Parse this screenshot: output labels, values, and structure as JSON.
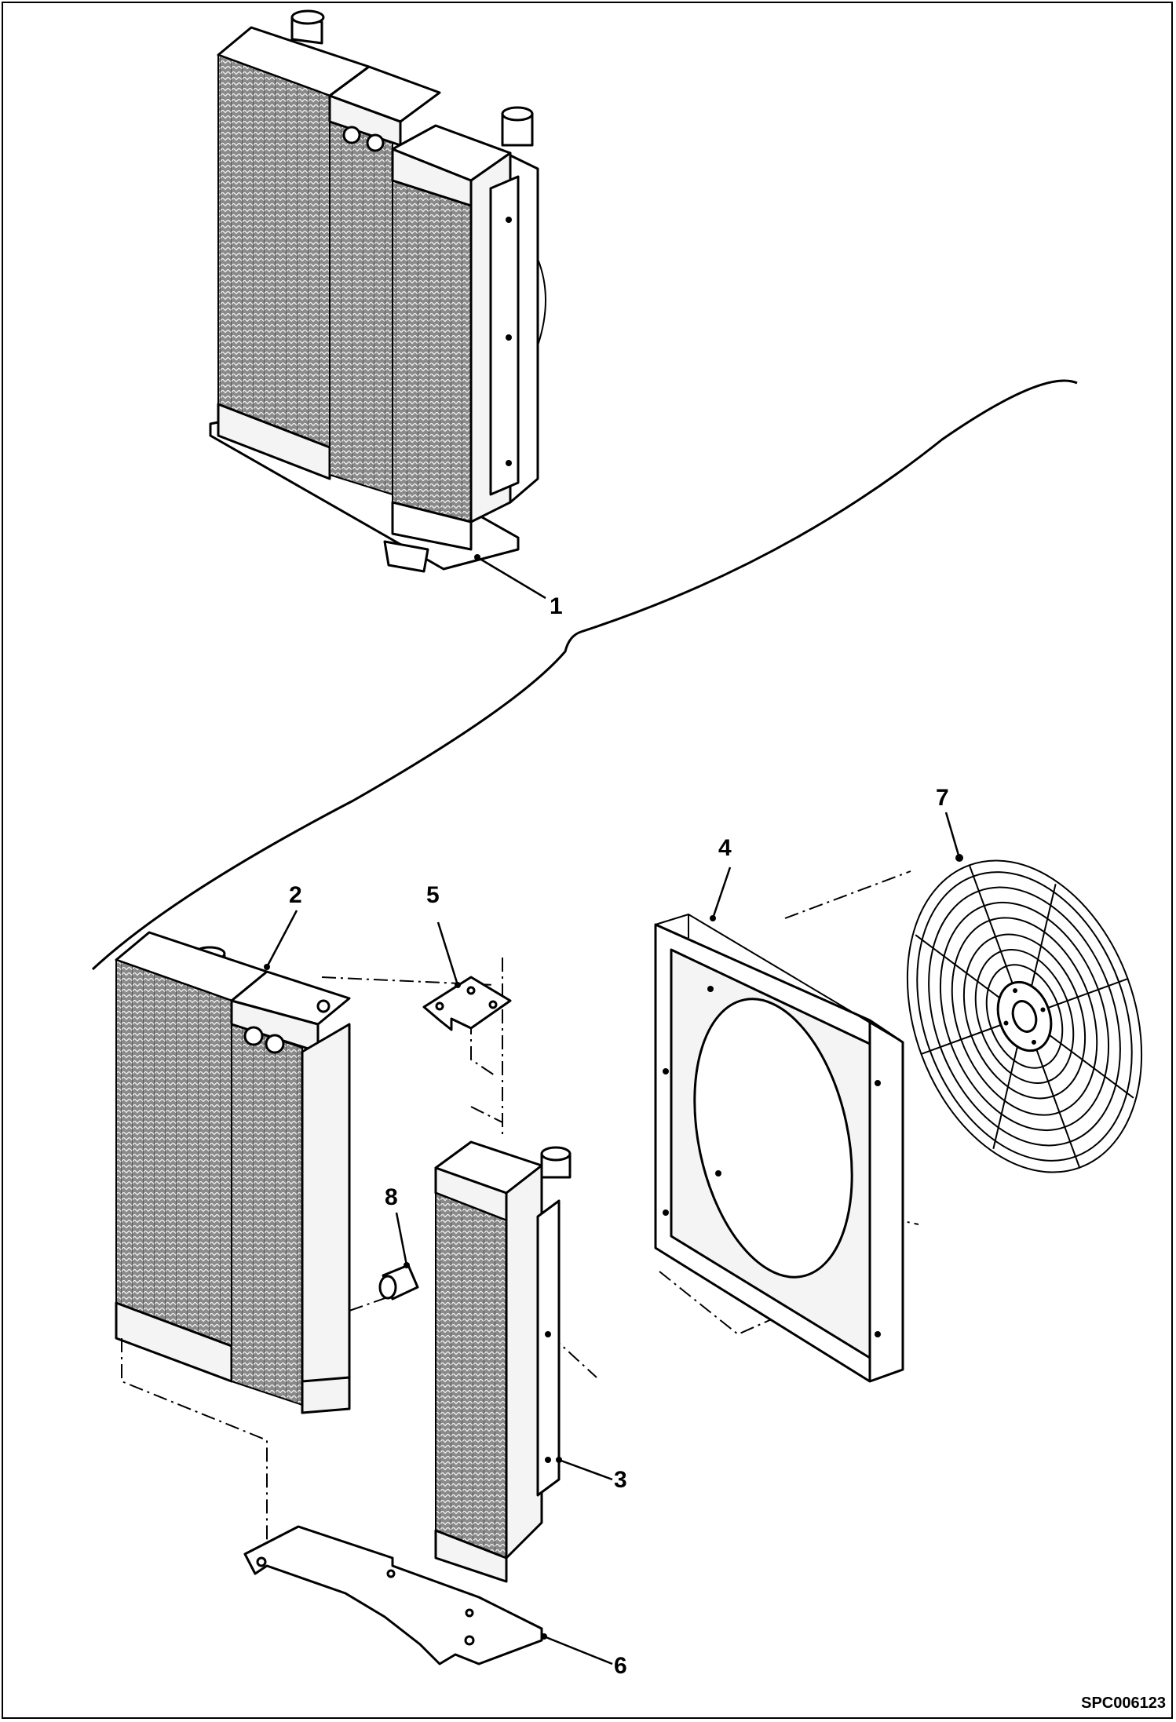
{
  "drawing": {
    "callouts": {
      "c1": "1",
      "c2": "2",
      "c3": "3",
      "c4": "4",
      "c5": "5",
      "c6": "6",
      "c7": "7",
      "c8": "8"
    },
    "code": "SPC006123"
  }
}
